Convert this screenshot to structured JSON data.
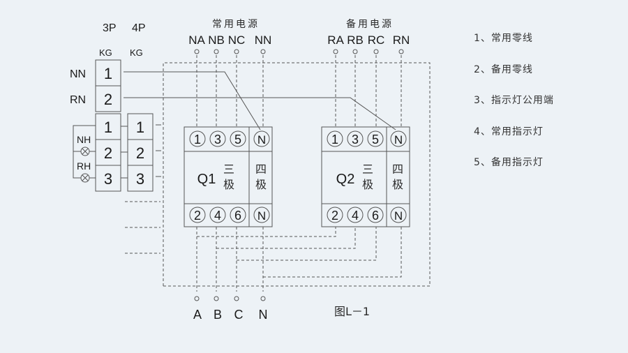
{
  "diagram": {
    "header_3p": "3P",
    "header_4p": "4P",
    "kg_3p": "KG",
    "kg_4p": "KG",
    "left_labels": {
      "nn": "NN",
      "rn": "RN",
      "nh": "NH",
      "rh": "RH"
    },
    "kg3_terminals": [
      "1",
      "2",
      "1",
      "2",
      "3"
    ],
    "kg4_terminals": [
      "1",
      "2",
      "3"
    ],
    "normal_source": {
      "title": "常用电源",
      "terminals": [
        "NA",
        "NB",
        "NC",
        "NN"
      ]
    },
    "backup_source": {
      "title": "备用电源",
      "terminals": [
        "RA",
        "RB",
        "RC",
        "RN"
      ]
    },
    "breakers": [
      {
        "name": "Q1",
        "poles3": "三",
        "poles3b": "极",
        "poles4": "四",
        "poles4b": "极",
        "top_terminals": [
          "1",
          "3",
          "5",
          "N"
        ],
        "bottom_terminals": [
          "2",
          "4",
          "6",
          "N"
        ]
      },
      {
        "name": "Q2",
        "poles3": "三",
        "poles3b": "极",
        "poles4": "四",
        "poles4b": "极",
        "top_terminals": [
          "1",
          "3",
          "5",
          "N"
        ],
        "bottom_terminals": [
          "2",
          "4",
          "6",
          "N"
        ]
      }
    ],
    "output_terminals": [
      "A",
      "B",
      "C",
      "N"
    ],
    "figure_caption": "图L－1"
  },
  "legend": [
    "1、常用零线",
    "2、备用零线",
    "3、指示灯公用端",
    "4、常用指示灯",
    "5、备用指示灯"
  ],
  "colors": {
    "background": "#edf2f6",
    "line": "#555555",
    "text": "#1a1a1a"
  }
}
